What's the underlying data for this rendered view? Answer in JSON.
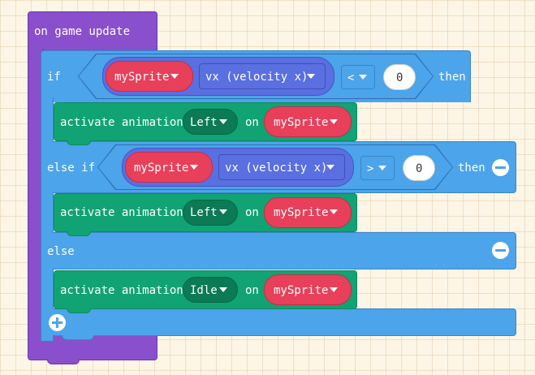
{
  "event": {
    "label": "on game update"
  },
  "if_block": {
    "if_label": "if",
    "then_label": "then",
    "else_if_label": "else if",
    "else_label": "else",
    "condition_1": {
      "sprite": "mySprite",
      "property": "vx (velocity x)",
      "operator": "<",
      "value": "0"
    },
    "condition_2": {
      "sprite": "mySprite",
      "property": "vx (velocity x)",
      "operator": ">",
      "value": "0"
    }
  },
  "actions": [
    {
      "label": "activate animation",
      "animation": "Left",
      "on_label": "on",
      "sprite": "mySprite"
    },
    {
      "label": "activate animation",
      "animation": "Left",
      "on_label": "on",
      "sprite": "mySprite"
    },
    {
      "label": "activate animation",
      "animation": "Idle",
      "on_label": "on",
      "sprite": "mySprite"
    }
  ],
  "icons": {
    "remove_else_if": "minus-circle-icon",
    "remove_else": "minus-circle-icon",
    "add_else": "plus-circle-icon",
    "dropdown": "caret-down-icon"
  },
  "colors": {
    "event": "#8a4fcc",
    "logic": "#4ca4ea",
    "action": "#11a373",
    "sprite": "#e8405a",
    "property": "#5a6fe0",
    "workspace": "#fdf6e6"
  }
}
